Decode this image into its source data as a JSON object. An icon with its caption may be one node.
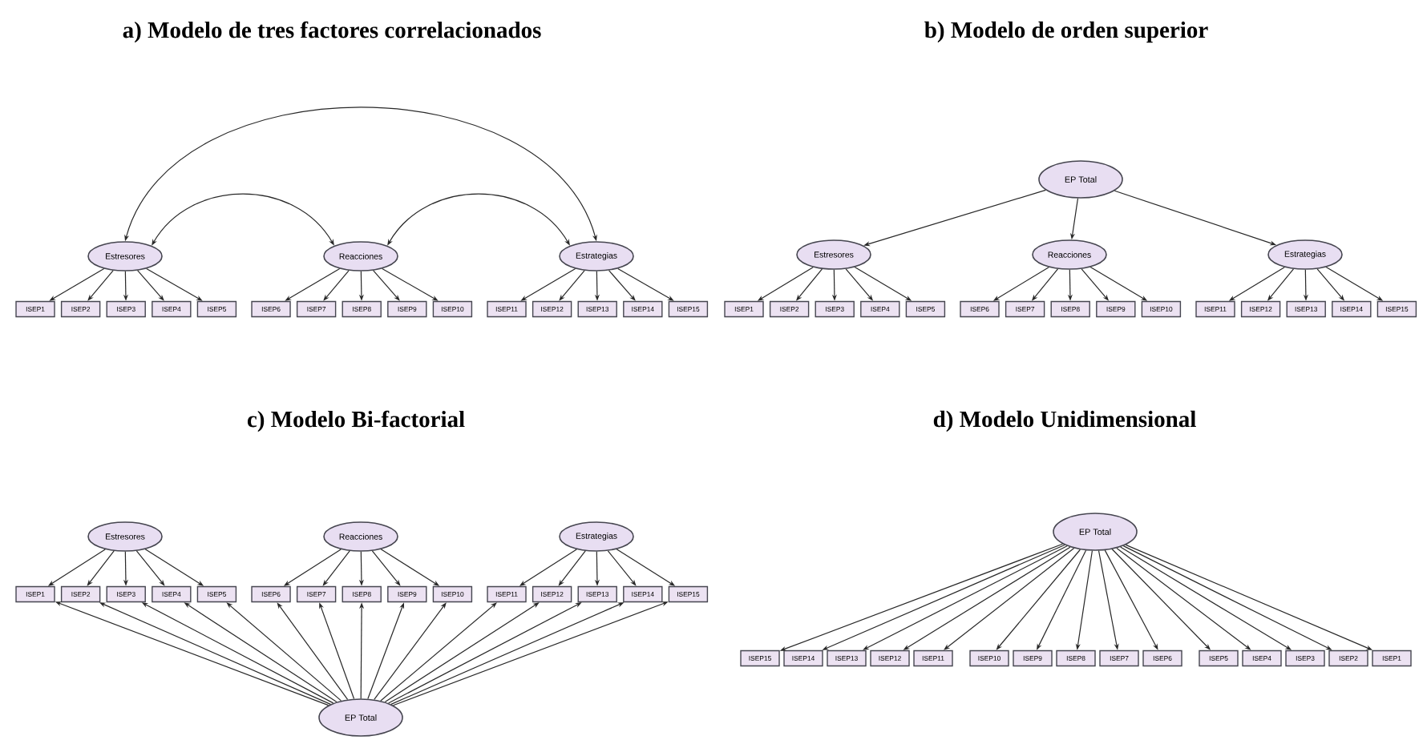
{
  "diagram": {
    "nodes": [
      {
        "text": [
          "Estresores"
        ]
      },
      {
        "text": [
          "Reacciones"
        ]
      },
      {
        "text": [
          "Estrategias"
        ]
      },
      {
        "text": [
          "ISEP1"
        ]
      },
      {
        "text": [
          "ISEP2"
        ]
      },
      {
        "text": [
          "ISEP3"
        ]
      },
      {
        "text": [
          "ISEP4"
        ]
      },
      {
        "text": [
          "ISEP5"
        ]
      },
      {
        "text": [
          "ISEP6"
        ]
      },
      {
        "text": [
          "ISEP7"
        ]
      },
      {
        "text": [
          "ISEP8"
        ]
      },
      {
        "text": [
          "ISEP9"
        ]
      },
      {
        "text": [
          "ISEP10"
        ]
      },
      {
        "text": [
          "ISEP11"
        ]
      },
      {
        "text": [
          "ISEP12"
        ]
      },
      {
        "text": [
          "ISEP13"
        ]
      },
      {
        "text": [
          "ISEP14"
        ]
      },
      {
        "text": [
          "ISEP15"
        ]
      },
      {
        "text": [
          "EP Total"
        ]
      },
      {
        "text": [
          "Estresores"
        ]
      },
      {
        "text": [
          "Reacciones"
        ]
      },
      {
        "text": [
          "Estrategias"
        ]
      },
      {
        "text": [
          "ISEP1"
        ]
      },
      {
        "text": [
          "ISEP2"
        ]
      },
      {
        "text": [
          "ISEP3"
        ]
      },
      {
        "text": [
          "ISEP4"
        ]
      },
      {
        "text": [
          "ISEP5"
        ]
      },
      {
        "text": [
          "ISEP6"
        ]
      },
      {
        "text": [
          "ISEP7"
        ]
      },
      {
        "text": [
          "ISEP8"
        ]
      },
      {
        "text": [
          "ISEP9"
        ]
      },
      {
        "text": [
          "ISEP10"
        ]
      },
      {
        "text": [
          "ISEP11"
        ]
      },
      {
        "text": [
          "ISEP12"
        ]
      },
      {
        "text": [
          "ISEP13"
        ]
      },
      {
        "text": [
          "ISEP14"
        ]
      },
      {
        "text": [
          "ISEP15"
        ]
      },
      {
        "text": [
          "Estresores"
        ]
      },
      {
        "text": [
          "Reacciones"
        ]
      },
      {
        "text": [
          "Estrategias"
        ]
      },
      {
        "text": [
          "ISEP1"
        ]
      },
      {
        "text": [
          "ISEP2"
        ]
      },
      {
        "text": [
          "ISEP3"
        ]
      },
      {
        "text": [
          "ISEP4"
        ]
      },
      {
        "text": [
          "ISEP5"
        ]
      },
      {
        "text": [
          "ISEP6"
        ]
      },
      {
        "text": [
          "ISEP7"
        ]
      },
      {
        "text": [
          "ISEP8"
        ]
      },
      {
        "text": [
          "ISEP9"
        ]
      },
      {
        "text": [
          "ISEP10"
        ]
      },
      {
        "text": [
          "ISEP11"
        ]
      },
      {
        "text": [
          "ISEP12"
        ]
      },
      {
        "text": [
          "ISEP13"
        ]
      },
      {
        "text": [
          "ISEP14"
        ]
      },
      {
        "text": [
          "ISEP15"
        ]
      },
      {
        "text": [
          "EP Total"
        ]
      },
      {
        "text": [
          "EP Total"
        ]
      },
      {
        "text": [
          "ISEP15"
        ]
      },
      {
        "text": [
          "ISEP14"
        ]
      },
      {
        "text": [
          "ISEP13"
        ]
      },
      {
        "text": [
          "ISEP12"
        ]
      },
      {
        "text": [
          "ISEP11"
        ]
      },
      {
        "text": [
          "ISEP10"
        ]
      },
      {
        "text": [
          "ISEP9"
        ]
      },
      {
        "text": [
          "ISEP8"
        ]
      },
      {
        "text": [
          "ISEP7"
        ]
      },
      {
        "text": [
          "ISEP6"
        ]
      },
      {
        "text": [
          "ISEP5"
        ]
      },
      {
        "text": [
          "ISEP4"
        ]
      },
      {
        "text": [
          "ISEP3"
        ]
      },
      {
        "text": [
          "ISEP2"
        ]
      },
      {
        "text": [
          "ISEP1"
        ]
      }
    ],
    "edges": [
      {
        "from": 0,
        "to": 2,
        "arrow": "both"
      },
      {
        "from": 0,
        "to": 1,
        "arrow": "both"
      },
      {
        "from": 1,
        "to": 2,
        "arrow": "both"
      },
      {
        "from": 0,
        "to": 3,
        "arrow": "to"
      },
      {
        "from": 0,
        "to": 4,
        "arrow": "to"
      },
      {
        "from": 0,
        "to": 5,
        "arrow": "to"
      },
      {
        "from": 0,
        "to": 6,
        "arrow": "to"
      },
      {
        "from": 0,
        "to": 7,
        "arrow": "to"
      },
      {
        "from": 1,
        "to": 8,
        "arrow": "to"
      },
      {
        "from": 1,
        "to": 9,
        "arrow": "to"
      },
      {
        "from": 1,
        "to": 10,
        "arrow": "to"
      },
      {
        "from": 1,
        "to": 11,
        "arrow": "to"
      },
      {
        "from": 1,
        "to": 12,
        "arrow": "to"
      },
      {
        "from": 2,
        "to": 13,
        "arrow": "to"
      },
      {
        "from": 2,
        "to": 14,
        "arrow": "to"
      },
      {
        "from": 2,
        "to": 15,
        "arrow": "to"
      },
      {
        "from": 2,
        "to": 16,
        "arrow": "to"
      },
      {
        "from": 2,
        "to": 17,
        "arrow": "to"
      },
      {
        "from": 18,
        "to": 19,
        "arrow": "to"
      },
      {
        "from": 18,
        "to": 20,
        "arrow": "to"
      },
      {
        "from": 18,
        "to": 21,
        "arrow": "to"
      },
      {
        "from": 19,
        "to": 22,
        "arrow": "to"
      },
      {
        "from": 19,
        "to": 23,
        "arrow": "to"
      },
      {
        "from": 19,
        "to": 24,
        "arrow": "to"
      },
      {
        "from": 19,
        "to": 25,
        "arrow": "to"
      },
      {
        "from": 19,
        "to": 26,
        "arrow": "to"
      },
      {
        "from": 20,
        "to": 27,
        "arrow": "to"
      },
      {
        "from": 20,
        "to": 28,
        "arrow": "to"
      },
      {
        "from": 20,
        "to": 29,
        "arrow": "to"
      },
      {
        "from": 20,
        "to": 30,
        "arrow": "to"
      },
      {
        "from": 20,
        "to": 31,
        "arrow": "to"
      },
      {
        "from": 21,
        "to": 32,
        "arrow": "to"
      },
      {
        "from": 21,
        "to": 33,
        "arrow": "to"
      },
      {
        "from": 21,
        "to": 34,
        "arrow": "to"
      },
      {
        "from": 21,
        "to": 35,
        "arrow": "to"
      },
      {
        "from": 21,
        "to": 36,
        "arrow": "to"
      },
      {
        "from": 37,
        "to": 40,
        "arrow": "to"
      },
      {
        "from": 37,
        "to": 41,
        "arrow": "to"
      },
      {
        "from": 37,
        "to": 42,
        "arrow": "to"
      },
      {
        "from": 37,
        "to": 43,
        "arrow": "to"
      },
      {
        "from": 37,
        "to": 44,
        "arrow": "to"
      },
      {
        "from": 38,
        "to": 45,
        "arrow": "to"
      },
      {
        "from": 38,
        "to": 46,
        "arrow": "to"
      },
      {
        "from": 38,
        "to": 47,
        "arrow": "to"
      },
      {
        "from": 38,
        "to": 48,
        "arrow": "to"
      },
      {
        "from": 38,
        "to": 49,
        "arrow": "to"
      },
      {
        "from": 39,
        "to": 50,
        "arrow": "to"
      },
      {
        "from": 39,
        "to": 51,
        "arrow": "to"
      },
      {
        "from": 39,
        "to": 52,
        "arrow": "to"
      },
      {
        "from": 39,
        "to": 53,
        "arrow": "to"
      },
      {
        "from": 39,
        "to": 54,
        "arrow": "to"
      },
      {
        "from": 55,
        "to": 40,
        "arrow": "to"
      },
      {
        "from": 55,
        "to": 41,
        "arrow": "to"
      },
      {
        "from": 55,
        "to": 42,
        "arrow": "to"
      },
      {
        "from": 55,
        "to": 43,
        "arrow": "to"
      },
      {
        "from": 55,
        "to": 44,
        "arrow": "to"
      },
      {
        "from": 55,
        "to": 45,
        "arrow": "to"
      },
      {
        "from": 55,
        "to": 46,
        "arrow": "to"
      },
      {
        "from": 55,
        "to": 47,
        "arrow": "to"
      },
      {
        "from": 55,
        "to": 48,
        "arrow": "to"
      },
      {
        "from": 55,
        "to": 49,
        "arrow": "to"
      },
      {
        "from": 55,
        "to": 50,
        "arrow": "to"
      },
      {
        "from": 55,
        "to": 51,
        "arrow": "to"
      },
      {
        "from": 55,
        "to": 52,
        "arrow": "to"
      },
      {
        "from": 55,
        "to": 53,
        "arrow": "to"
      },
      {
        "from": 55,
        "to": 54,
        "arrow": "to"
      },
      {
        "from": 56,
        "to": 57,
        "arrow": "to"
      },
      {
        "from": 56,
        "to": 58,
        "arrow": "to"
      },
      {
        "from": 56,
        "to": 59,
        "arrow": "to"
      },
      {
        "from": 56,
        "to": 60,
        "arrow": "to"
      },
      {
        "from": 56,
        "to": 61,
        "arrow": "to"
      },
      {
        "from": 56,
        "to": 62,
        "arrow": "to"
      },
      {
        "from": 56,
        "to": 63,
        "arrow": "to"
      },
      {
        "from": 56,
        "to": 64,
        "arrow": "to"
      },
      {
        "from": 56,
        "to": 65,
        "arrow": "to"
      },
      {
        "from": 56,
        "to": 66,
        "arrow": "to"
      },
      {
        "from": 56,
        "to": 67,
        "arrow": "to"
      },
      {
        "from": 56,
        "to": 68,
        "arrow": "to"
      },
      {
        "from": 56,
        "to": 69,
        "arrow": "to"
      },
      {
        "from": 56,
        "to": 70,
        "arrow": "to"
      },
      {
        "from": 56,
        "to": 71,
        "arrow": "to"
      }
    ],
    "labels": [
      "a) Modelo de tres factores correlacionados",
      "b) Modelo de orden superior",
      "c) Modelo Bi-factorial",
      "d) Modelo Unidimensional"
    ]
  }
}
